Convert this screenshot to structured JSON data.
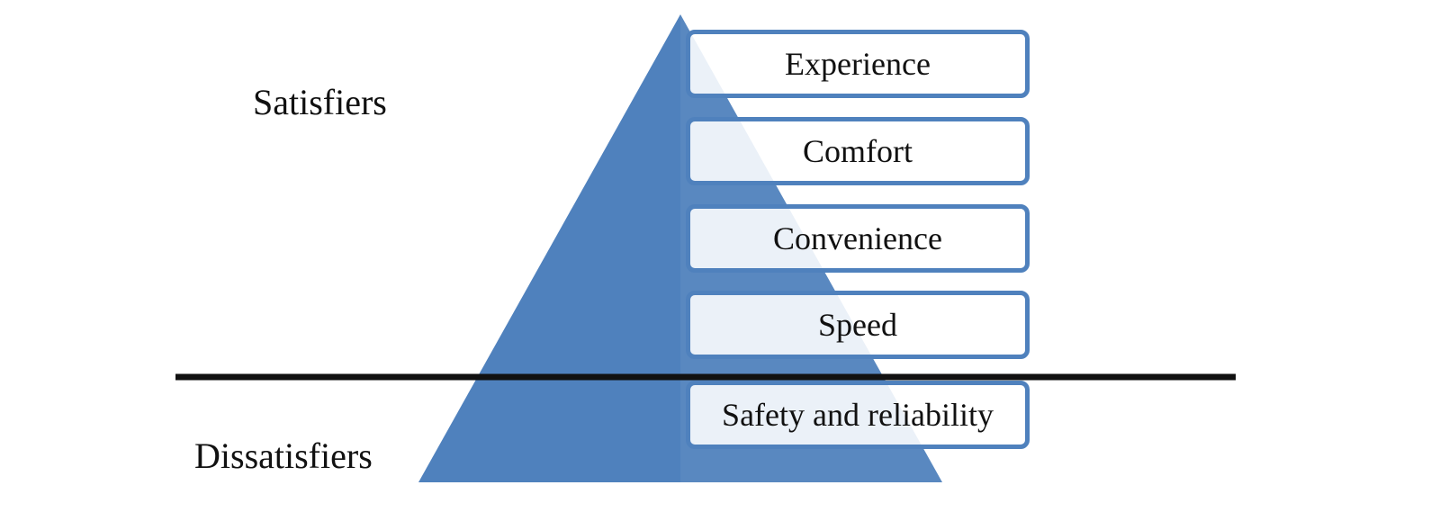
{
  "labels": {
    "satisfiers": "Satisfiers",
    "dissatisfiers": "Dissatisfiers"
  },
  "levels": [
    {
      "label": "Experience"
    },
    {
      "label": "Comfort"
    },
    {
      "label": "Convenience"
    },
    {
      "label": "Speed"
    },
    {
      "label": "Safety and reliability"
    }
  ],
  "colors": {
    "pyramid": "#4f81bd",
    "divider": "#111111",
    "box_border": "#4f81bd",
    "text": "#111111"
  }
}
